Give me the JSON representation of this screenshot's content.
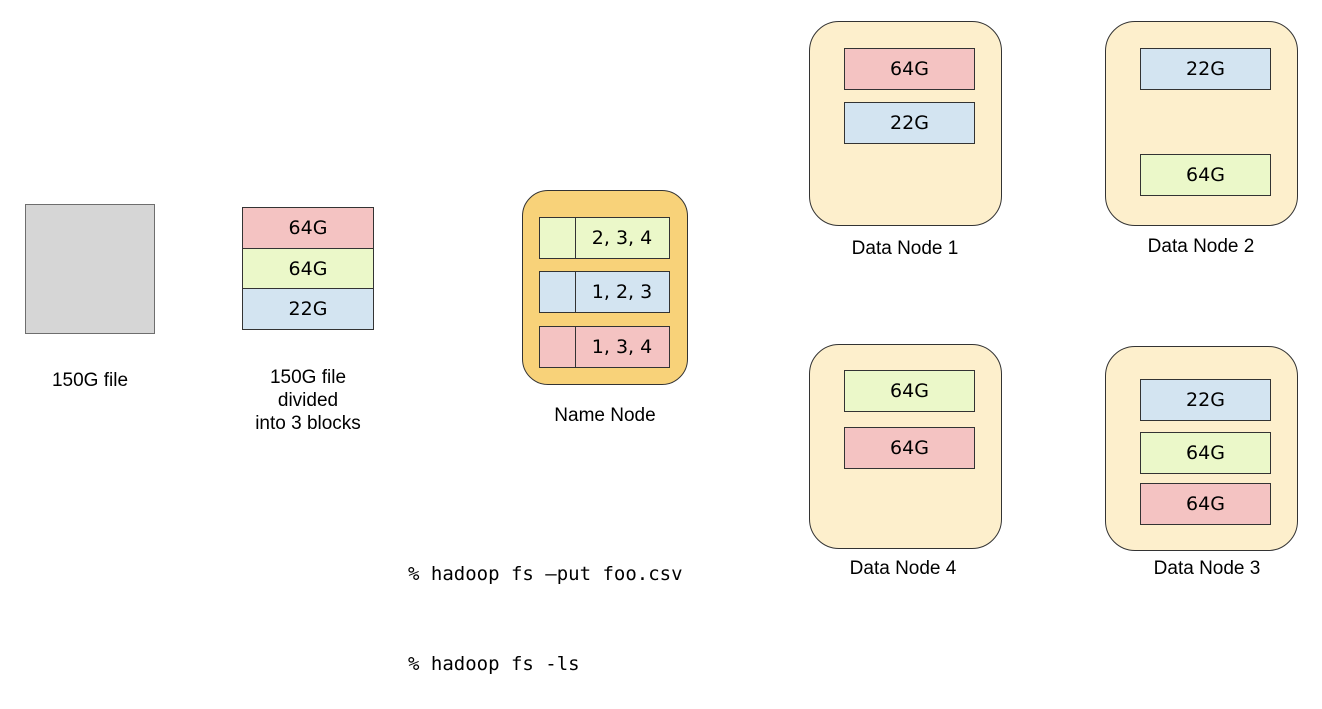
{
  "file": {
    "label": "150G file"
  },
  "split": {
    "label_lines": [
      "150G file",
      "divided",
      "into 3 blocks"
    ],
    "blocks": [
      {
        "size": "64G",
        "color": "#f4c3c2"
      },
      {
        "size": "64G",
        "color": "#ebf8c9"
      },
      {
        "size": "22G",
        "color": "#d3e4f1"
      }
    ]
  },
  "name_node": {
    "label": "Name Node",
    "entries": [
      {
        "color": "#ebf8c9",
        "nodes": "2, 3, 4"
      },
      {
        "color": "#d3e4f1",
        "nodes": "1, 2, 3"
      },
      {
        "color": "#f4c3c2",
        "nodes": "1, 3, 4"
      }
    ]
  },
  "data_nodes": {
    "node1": {
      "label": "Data Node 1",
      "blocks": [
        "64G",
        "22G"
      ]
    },
    "node2": {
      "label": "Data Node 2",
      "blocks": [
        "22G",
        "64G"
      ]
    },
    "node4": {
      "label": "Data Node 4",
      "blocks": [
        "64G",
        "64G"
      ]
    },
    "node3": {
      "label": "Data Node 3",
      "blocks": [
        "22G",
        "64G",
        "64G"
      ]
    }
  },
  "commands": [
    "% hadoop fs –put foo.csv",
    "% hadoop fs -ls"
  ],
  "colors": {
    "red_block": "#f4c3c2",
    "green_block": "#ebf8c9",
    "blue_block": "#d3e4f1",
    "name_node_fill": "#f8d279",
    "data_node_fill": "#fdefcc",
    "file_fill": "#d6d6d6"
  }
}
